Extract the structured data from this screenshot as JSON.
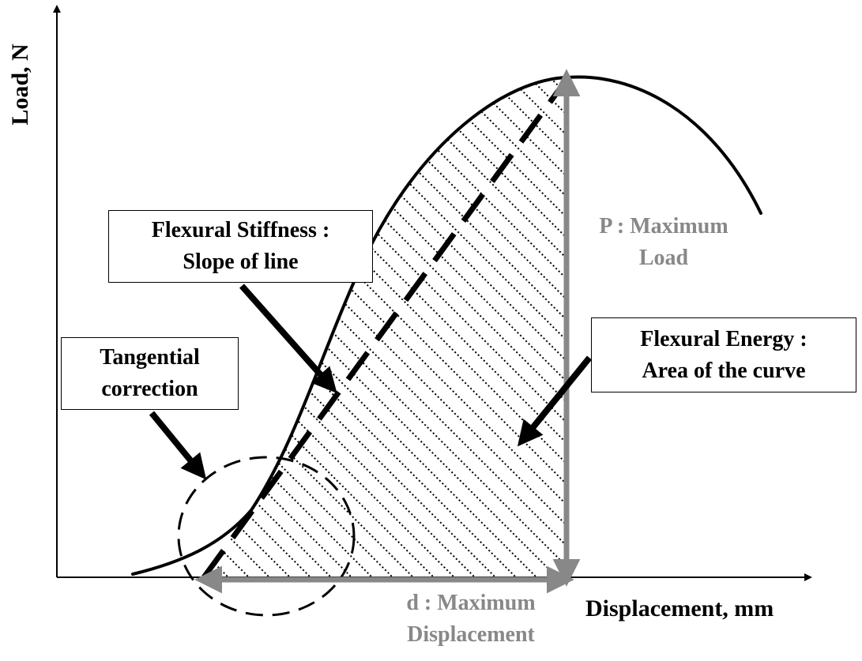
{
  "axes": {
    "y_label": "Load, N",
    "x_label": "Displacement, mm"
  },
  "callouts": {
    "stiffness": {
      "line1": "Flexural Stiffness :",
      "line2": "Slope of line"
    },
    "tangential": {
      "line1": "Tangential",
      "line2": "correction"
    },
    "energy": {
      "line1": "Flexural Energy :",
      "line2": "Area of the curve"
    }
  },
  "annotations": {
    "max_load": {
      "line1": "P : Maximum",
      "line2": "Load"
    },
    "max_displacement": {
      "line1": "d : Maximum",
      "line2": "Displacement"
    }
  },
  "colors": {
    "ink": "#000000",
    "measure_gray": "#888888"
  }
}
